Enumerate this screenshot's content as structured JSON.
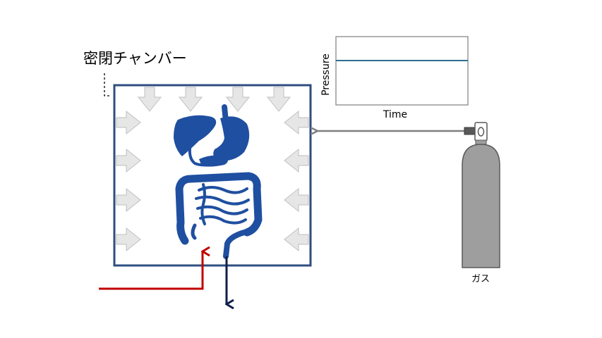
{
  "chamber": {
    "label": "密閉チャンバー",
    "border_color": "#2f4e7f"
  },
  "graph": {
    "ylabel": "Pressure",
    "xlabel": "Time",
    "line_color": "#2e6f8e",
    "border_color": "#7f7f7f"
  },
  "gas_cylinder": {
    "label": "ガス",
    "body_color": "#9e9e9e",
    "outline_color": "#595959"
  },
  "organ": {
    "icon": "digestive-system-icon",
    "color": "#1f4fa0"
  },
  "pressure_arrows": {
    "fill_color": "#e6e6e6",
    "stroke_color": "#bfbfbf"
  },
  "flows": {
    "gas_line_color": "#7f7f7f",
    "inlet_color": "#c00000",
    "outlet_color": "#0f1f4a"
  }
}
